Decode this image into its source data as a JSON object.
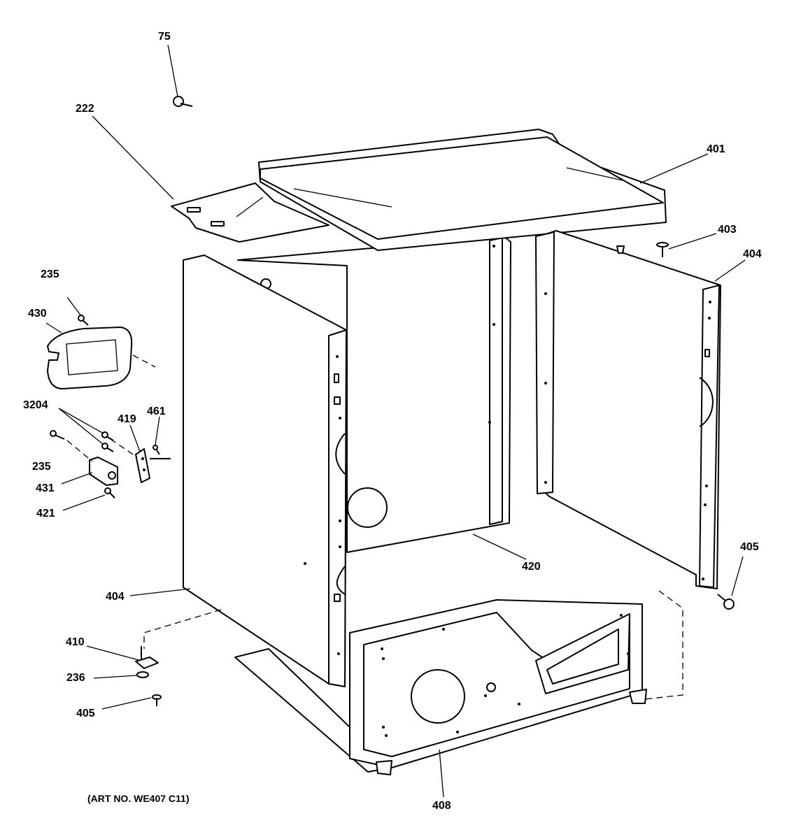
{
  "callouts": {
    "c75": "75",
    "c222": "222",
    "c401": "401",
    "c403": "403",
    "c404_right": "404",
    "c235_top": "235",
    "c430": "430",
    "c3204": "3204",
    "c419": "419",
    "c461": "461",
    "c235_mid": "235",
    "c431": "431",
    "c421": "421",
    "c420": "420",
    "c405_right": "405",
    "c404_left": "404",
    "c410": "410",
    "c236": "236",
    "c405_left": "405",
    "c408": "408"
  },
  "art_number": "(ART NO. WE407 C11)"
}
